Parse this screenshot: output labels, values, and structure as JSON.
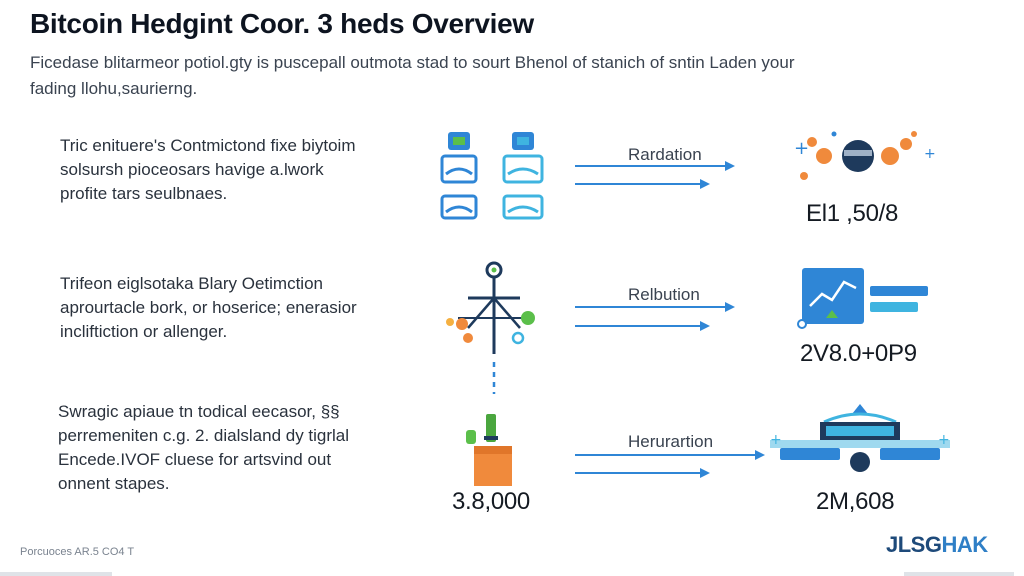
{
  "header": {
    "title": "Bitcoin Hedgint Coor. 3 heds Overview",
    "subtitle_line1": "Ficedase blitarmeor potiol.gty is puscepall outmota stad to sourt Bhenol of stanich of sntin Laden your",
    "subtitle_line2": "fading llohu,saurierng."
  },
  "rows": [
    {
      "text_lines": [
        "Tric enituere's Contmictond fixe biytoim",
        "solsursh pioceosars havige a.lwork",
        "profite tars seulbnaes."
      ],
      "arrow_label": "Rardation",
      "value": "El1 ,50/8"
    },
    {
      "text_lines": [
        "Trifeon eiglsotaka Blary Oetimction",
        "aprourtacle bork, or hoserice; enerasior",
        "incliftiction or allenger."
      ],
      "arrow_label": "Relbution",
      "value": "2V8.0+0P9"
    },
    {
      "text_lines": [
        "Swragic apiaue tn todical eecasor, §§",
        "perremeniten c.g. 2. dialsland dy tigrlal",
        "Encede.IVOF cluese for artsvind out",
        "onnent stapes."
      ],
      "arrow_label": "Herurartion",
      "value": "2M,608",
      "left_value": "3.8,000"
    }
  ],
  "footer": {
    "left_text": "Porcuoces AR.5 CO4 T",
    "logo_part1": "JLSG",
    "logo_part2": "HAK"
  },
  "colors": {
    "accent_blue": "#2f86d6",
    "light_blue": "#3fb4e0",
    "orange": "#f08a3c",
    "green": "#5bbf4a",
    "navy": "#1e3a5c"
  },
  "icons": [
    "blockchain-blocks-icon",
    "network-hub-icon",
    "analytics-chart-icon",
    "bitcoin-cluster-icon",
    "wallet-stake-icon",
    "mining-rig-icon"
  ]
}
